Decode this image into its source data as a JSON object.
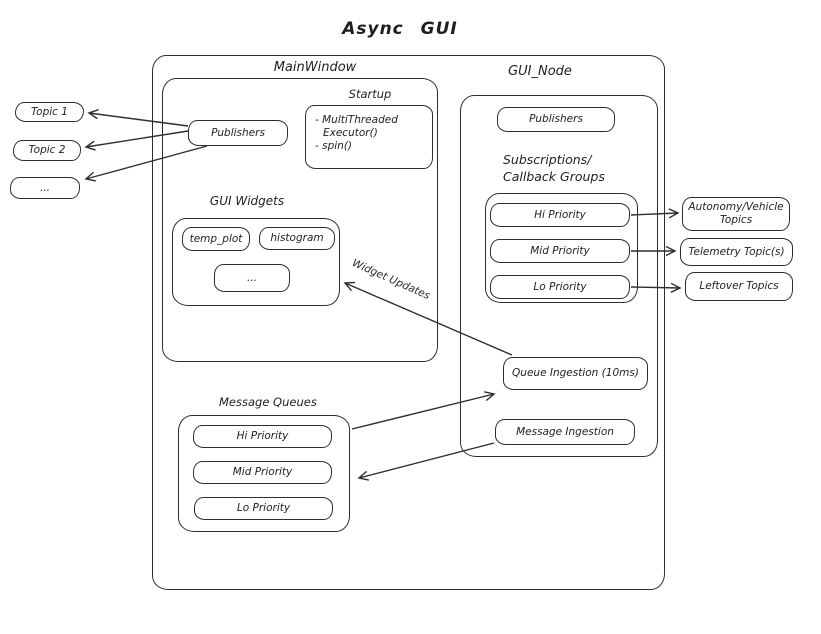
{
  "title": "Async GUI",
  "colors": {
    "stroke": "#2e2e2e",
    "background": "#ffffff",
    "text": "#1f1f1f"
  },
  "left_topics": [
    "Topic 1",
    "Topic 2",
    "..."
  ],
  "main_window": {
    "label": "MainWindow",
    "publishers": "Publishers",
    "startup": {
      "label": "Startup",
      "lines": [
        "- MultiThreaded",
        "Executor()",
        "- spin()"
      ]
    },
    "gui_widgets": {
      "label": "GUI Widgets",
      "widgets": [
        "temp_plot",
        "histogram",
        "..."
      ]
    },
    "message_queues": {
      "label": "Message Queues",
      "queues": [
        "Hi Priority",
        "Mid Priority",
        "Lo Priority"
      ]
    }
  },
  "gui_node": {
    "label": "GUI_Node",
    "publishers": "Publishers",
    "subscriptions_title_line1": "Subscriptions/",
    "subscriptions_title_line2": "Callback Groups",
    "callback_groups": [
      "Hi Priority",
      "Mid Priority",
      "Lo Priority"
    ],
    "queue_ingestion": "Queue Ingestion (10ms)",
    "message_ingestion": "Message Ingestion"
  },
  "right_topics": [
    "Autonomy/Vehicle Topics",
    "Telemetry Topic(s)",
    "Leftover Topics"
  ],
  "arrow_labels": {
    "widget_updates": "Widget Updates"
  }
}
